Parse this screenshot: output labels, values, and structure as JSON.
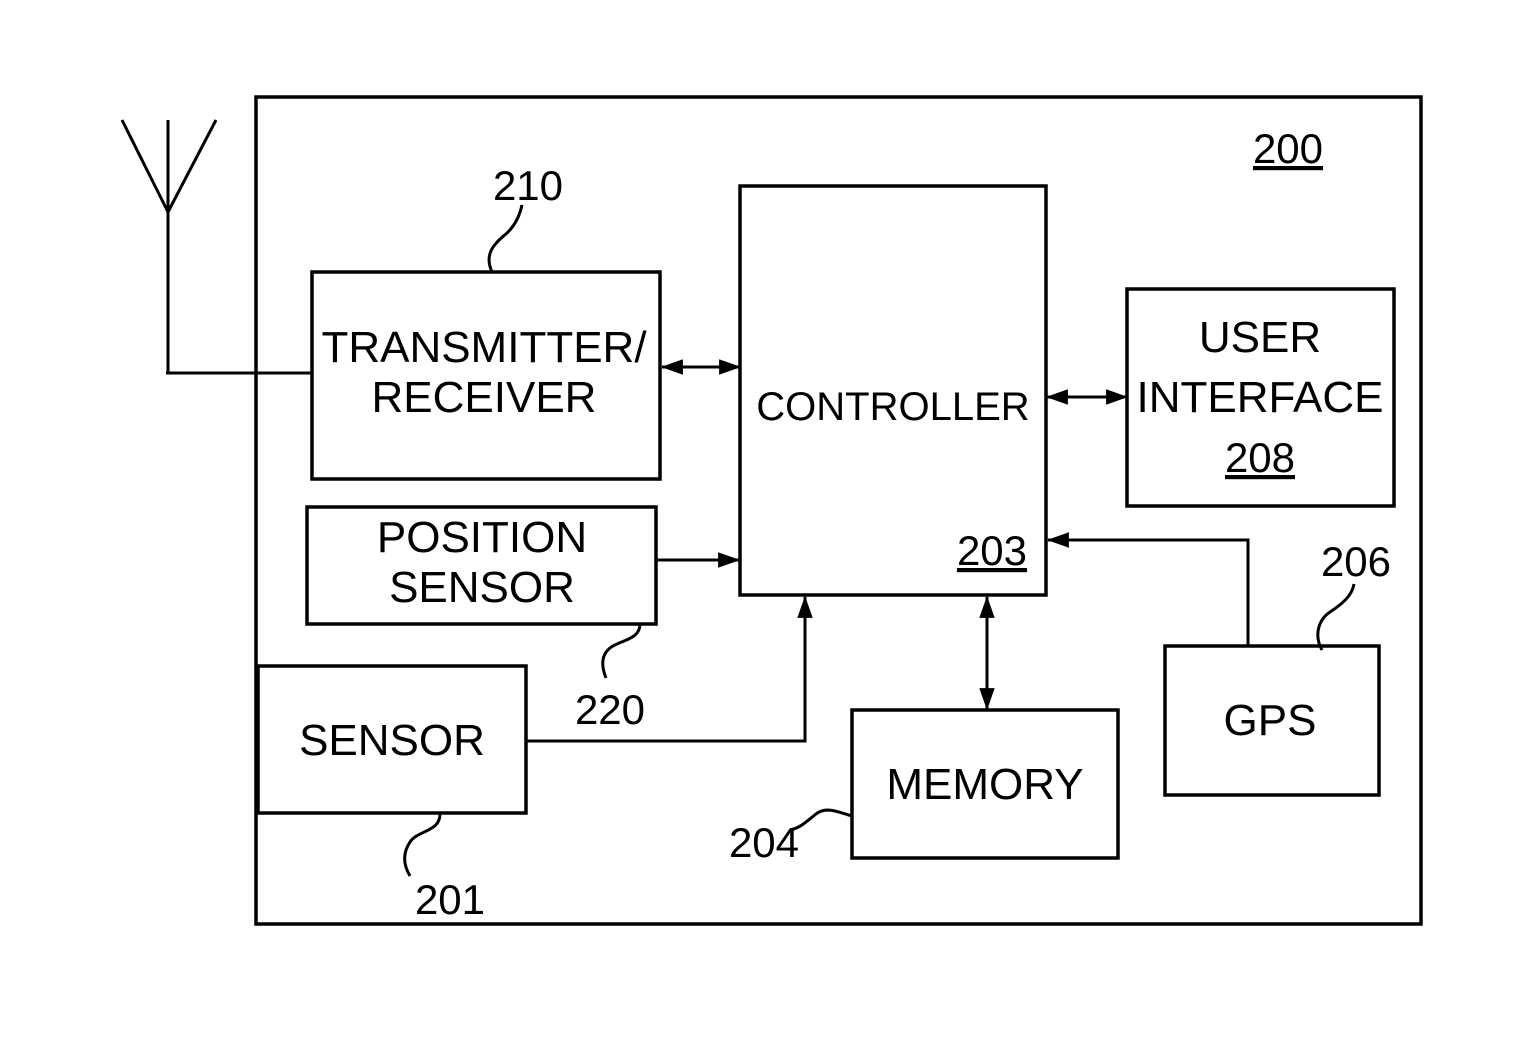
{
  "device": {
    "ref": "200"
  },
  "blocks": {
    "transceiver": {
      "line1": "TRANSMITTER/",
      "line2": "RECEIVER",
      "ref": "210"
    },
    "controller": {
      "label": "CONTROLLER",
      "ref": "203"
    },
    "user_interface": {
      "line1": "USER",
      "line2": "INTERFACE",
      "ref": "208"
    },
    "position_sensor": {
      "line1": "POSITION",
      "line2": "SENSOR",
      "ref": "220"
    },
    "sensor": {
      "label": "SENSOR",
      "ref": "201"
    },
    "memory": {
      "label": "MEMORY",
      "ref": "204"
    },
    "gps": {
      "label": "GPS",
      "ref": "206"
    }
  },
  "colors": {
    "stroke": "#000000",
    "background": "#ffffff"
  }
}
